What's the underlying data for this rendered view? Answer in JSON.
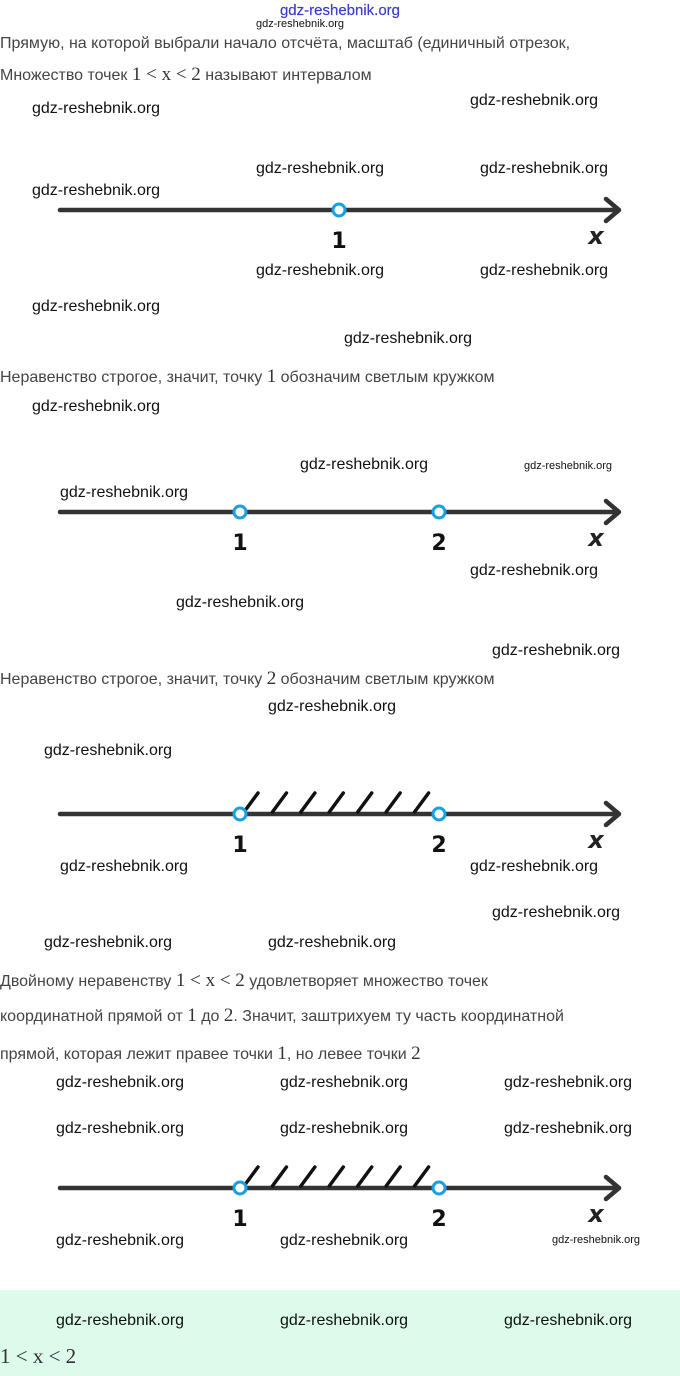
{
  "header": {
    "site": "gdz-reshebnik.org"
  },
  "intro": {
    "line1": "Прямую, на которой выбрали начало отсчёта, масштаб (единичный отрезок,",
    "line2_prefix": "Множество точек ",
    "line2_math": "1 < x < 2",
    "line2_suffix": " называют интервалом"
  },
  "step1": {
    "text_prefix": "Неравенство строгое, значит, точку ",
    "text_math": "1",
    "text_suffix": " обозначим светлым кружком"
  },
  "step2": {
    "text_prefix": "Неравенство строгое, значит, точку ",
    "text_math": "2",
    "text_suffix": " обозначим светлым кружком"
  },
  "explanation": {
    "line1_prefix": "Двойному неравенству ",
    "line1_math": "1 < x < 2",
    "line1_suffix": " удовлетворяет множество точек",
    "line2_prefix": "координатной прямой от ",
    "line2_math1": "1",
    "line2_mid": " до ",
    "line2_math2": "2",
    "line2_suffix": ". Значит, заштрихуем ту часть координатной",
    "line3_prefix": "прямой, которая лежит правее точки ",
    "line3_math1": "1",
    "line3_mid": ", но левее точки ",
    "line3_math2": "2"
  },
  "diagrams": [
    {
      "axis_label": "x",
      "points": [
        {
          "label": "1",
          "value": 1,
          "open": true
        }
      ],
      "shaded": null
    },
    {
      "axis_label": "x",
      "points": [
        {
          "label": "1",
          "value": 1,
          "open": true
        },
        {
          "label": "2",
          "value": 2,
          "open": true
        }
      ],
      "shaded": null
    },
    {
      "axis_label": "x",
      "points": [
        {
          "label": "1",
          "value": 1,
          "open": true
        },
        {
          "label": "2",
          "value": 2,
          "open": true
        }
      ],
      "shaded": [
        1,
        2
      ]
    },
    {
      "axis_label": "x",
      "points": [
        {
          "label": "1",
          "value": 1,
          "open": true
        },
        {
          "label": "2",
          "value": 2,
          "open": true
        }
      ],
      "shaded": [
        1,
        2
      ]
    }
  ],
  "answer": {
    "math": "1 < x < 2"
  },
  "watermark": "gdz-reshebnik.org",
  "colors": {
    "point": "#1aa0e0",
    "axis": "#333333",
    "answer_bg": "#dcfbea",
    "header": "#3b3bcc"
  }
}
